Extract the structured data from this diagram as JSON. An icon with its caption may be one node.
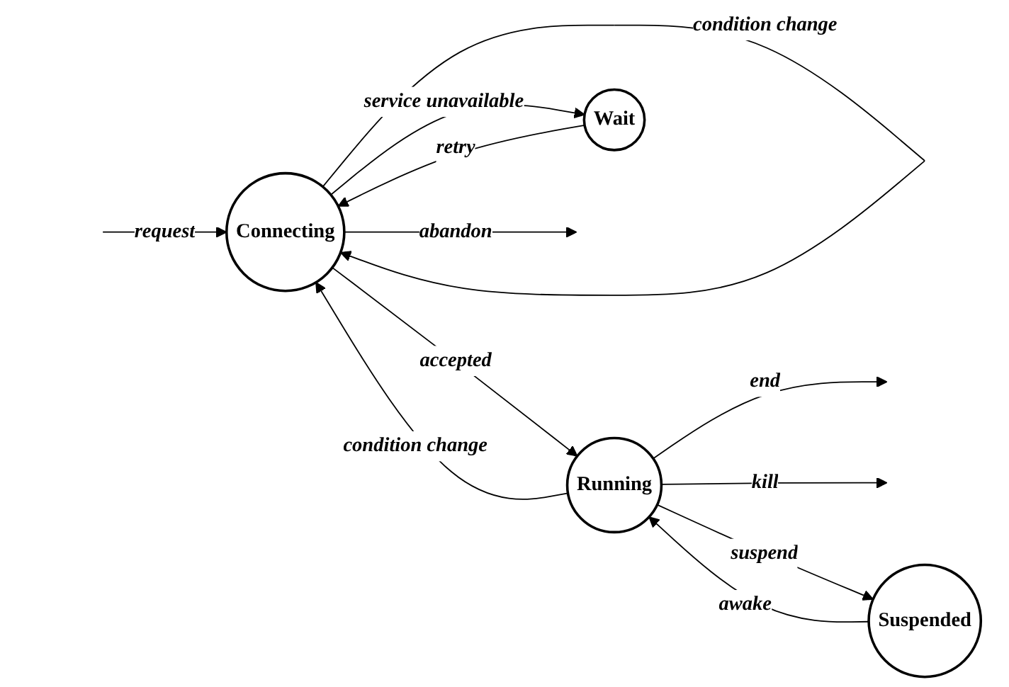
{
  "diagram": {
    "nodes": [
      {
        "text": [
          "Connecting"
        ]
      },
      {
        "text": [
          "Running"
        ]
      },
      {
        "text": [
          "Wait"
        ]
      },
      {
        "text": [
          "Suspended"
        ]
      }
    ],
    "edges": [
      {
        "from": null,
        "to": 0,
        "arrow": "to",
        "label": "request"
      },
      {
        "from": 0,
        "to": 0,
        "arrow": "to",
        "label": "condition change"
      },
      {
        "from": 0,
        "to": null,
        "arrow": "to",
        "label": "abandon"
      },
      {
        "from": 0,
        "to": 1,
        "arrow": "to",
        "label": "accepted"
      },
      {
        "from": 1,
        "to": null,
        "arrow": "to",
        "label": "end"
      },
      {
        "from": 1,
        "to": null,
        "arrow": "to",
        "label": "kill"
      },
      {
        "from": 1,
        "to": 0,
        "arrow": "to",
        "label": "condition change"
      },
      {
        "from": 0,
        "to": 2,
        "arrow": "to",
        "label": "service unavailable"
      },
      {
        "from": 2,
        "to": 0,
        "arrow": "to",
        "label": "retry"
      },
      {
        "from": 1,
        "to": 3,
        "arrow": "to",
        "label": "suspend"
      },
      {
        "from": 3,
        "to": 1,
        "arrow": "to",
        "label": "awake"
      }
    ]
  }
}
